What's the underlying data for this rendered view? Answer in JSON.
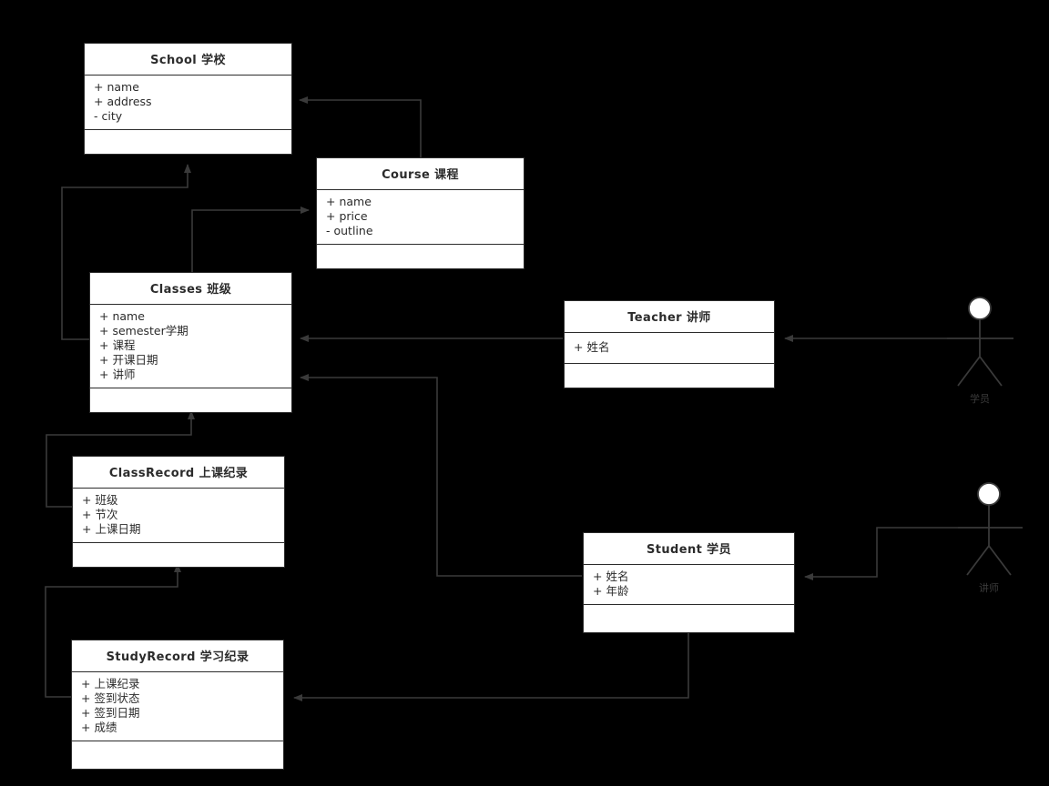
{
  "diagram": {
    "kind": "uml-class-diagram",
    "background_color": "#000000",
    "box_fill": "#ffffff",
    "line_color": "#3a3a3a",
    "text_color": "#2b2b2b"
  },
  "classes": [
    {
      "id": "school",
      "title": "School 学校",
      "attributes": [
        "+ name",
        "+ address",
        "- city"
      ],
      "operations": []
    },
    {
      "id": "course",
      "title": "Course 课程",
      "attributes": [
        "+ name",
        "+ price",
        "- outline"
      ],
      "operations": []
    },
    {
      "id": "classes",
      "title": "Classes 班级",
      "attributes": [
        "+ name",
        "+ semester学期",
        "+ 课程",
        "+ 开课日期",
        "+ 讲师"
      ],
      "operations": []
    },
    {
      "id": "teacher",
      "title": "Teacher 讲师",
      "attributes": [
        "+ 姓名"
      ],
      "operations": []
    },
    {
      "id": "classrecord",
      "title": "ClassRecord 上课纪录",
      "attributes": [
        "+ 班级",
        "+ 节次",
        "+ 上课日期"
      ],
      "operations": []
    },
    {
      "id": "student",
      "title": "Student 学员",
      "attributes": [
        "+ 姓名",
        "+ 年龄"
      ],
      "operations": []
    },
    {
      "id": "studyrecord",
      "title": "StudyRecord 学习纪录",
      "attributes": [
        "+ 上课纪录",
        "+ 签到状态",
        "+ 签到日期",
        "+ 成绩"
      ],
      "operations": []
    }
  ],
  "actors": [
    {
      "id": "actor-xueyuan",
      "label": "学员"
    },
    {
      "id": "actor-jiangshi",
      "label": "讲师"
    }
  ],
  "relationships": [
    {
      "from": "course",
      "to": "school",
      "type": "association"
    },
    {
      "from": "classes",
      "to": "school",
      "type": "association"
    },
    {
      "from": "classes",
      "to": "course",
      "type": "association"
    },
    {
      "from": "teacher",
      "to": "classes",
      "type": "association"
    },
    {
      "from": "student",
      "to": "classes",
      "type": "association"
    },
    {
      "from": "classrecord",
      "to": "classes",
      "type": "association"
    },
    {
      "from": "studyrecord",
      "to": "classrecord",
      "type": "association"
    },
    {
      "from": "actor-xueyuan",
      "to": "teacher",
      "type": "association"
    },
    {
      "from": "actor-jiangshi",
      "to": "student",
      "type": "association"
    },
    {
      "from": "student",
      "to": "studyrecord",
      "type": "association"
    }
  ]
}
